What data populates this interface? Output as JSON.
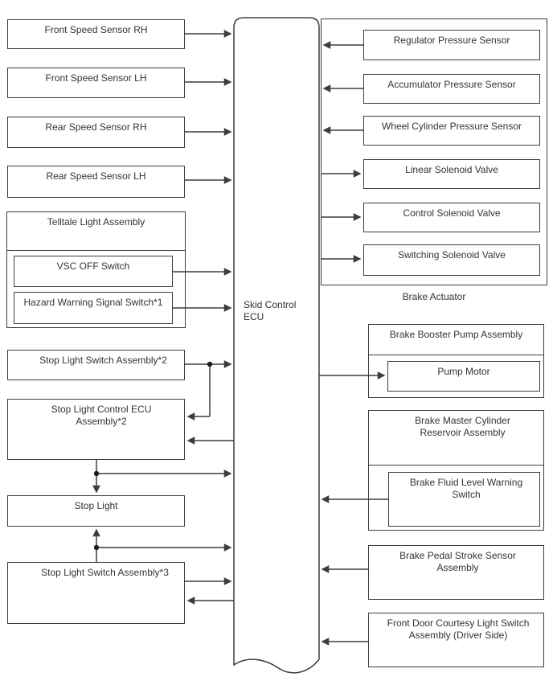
{
  "ecu": {
    "label": "Skid Control ECU"
  },
  "left_column": {
    "speed_sensors": [
      {
        "label": "Front Speed Sensor RH"
      },
      {
        "label": "Front Speed Sensor LH"
      },
      {
        "label": "Rear Speed Sensor RH"
      },
      {
        "label": "Rear Speed Sensor LH"
      }
    ],
    "telltale_assembly": {
      "label": "Telltale Light Assembly",
      "switches": [
        {
          "label": "VSC OFF Switch"
        },
        {
          "label": "Hazard Warning Signal Switch*1"
        }
      ]
    },
    "stop_light_switch_2": {
      "label": "Stop Light Switch Assembly*2"
    },
    "stop_light_control_ecu": {
      "label": "Stop Light Control ECU Assembly*2"
    },
    "stop_light": {
      "label": "Stop Light"
    },
    "stop_light_switch_3": {
      "label": "Stop Light Switch Assembly*3"
    }
  },
  "right_column": {
    "brake_actuator": {
      "label": "Brake Actuator",
      "pressure_sensors": [
        {
          "label": "Regulator Pressure Sensor"
        },
        {
          "label": "Accumulator Pressure Sensor"
        },
        {
          "label": "Wheel Cylinder Pressure Sensor"
        }
      ],
      "solenoid_valves": [
        {
          "label": "Linear Solenoid Valve"
        },
        {
          "label": "Control Solenoid Valve"
        },
        {
          "label": "Switching Solenoid Valve"
        }
      ]
    },
    "brake_booster_pump": {
      "label": "Brake Booster Pump Assembly",
      "child": {
        "label": "Pump Motor"
      }
    },
    "master_cylinder_reservoir": {
      "label": "Brake Master Cylinder Reservoir Assembly",
      "child": {
        "label": "Brake Fluid Level Warning Switch"
      }
    },
    "brake_pedal_stroke": {
      "label": "Brake Pedal Stroke Sensor Assembly"
    },
    "front_door_courtesy": {
      "label": "Front Door Courtesy Light Switch Assembly (Driver Side)"
    }
  },
  "colors": {
    "line": "#3d3d3d",
    "text": "#333333",
    "background": "#ffffff"
  }
}
